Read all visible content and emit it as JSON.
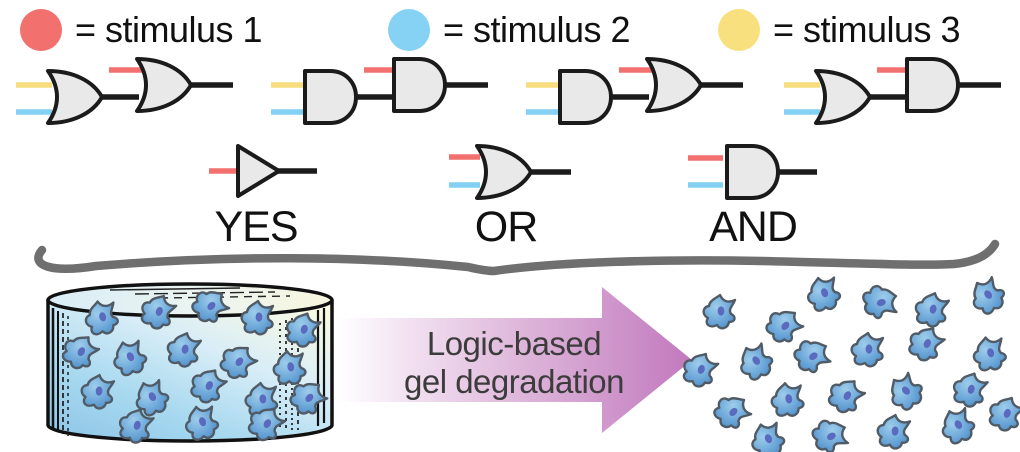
{
  "legend": {
    "items": [
      {
        "id": "stimulus-1",
        "label": "= stimulus 1",
        "color": "#f2706e"
      },
      {
        "id": "stimulus-2",
        "label": "= stimulus 2",
        "color": "#85d2f5"
      },
      {
        "id": "stimulus-3",
        "label": "= stimulus 3",
        "color": "#f9e07e"
      }
    ]
  },
  "gate_combinations": [
    {
      "first_gate": "OR",
      "second_gate": "OR",
      "first_inputs": [
        "stimulus 3",
        "stimulus 2"
      ],
      "second_extra_input": "stimulus 1"
    },
    {
      "first_gate": "AND",
      "second_gate": "AND",
      "first_inputs": [
        "stimulus 3",
        "stimulus 2"
      ],
      "second_extra_input": "stimulus 1"
    },
    {
      "first_gate": "AND",
      "second_gate": "OR",
      "first_inputs": [
        "stimulus 3",
        "stimulus 2"
      ],
      "second_extra_input": "stimulus 1"
    },
    {
      "first_gate": "OR",
      "second_gate": "AND",
      "first_inputs": [
        "stimulus 3",
        "stimulus 2"
      ],
      "second_extra_input": "stimulus 1"
    }
  ],
  "single_gates": [
    {
      "label": "YES",
      "type": "buffer",
      "input_stimuli": [
        "stimulus 1"
      ]
    },
    {
      "label": "OR",
      "type": "or",
      "input_stimuli": [
        "stimulus 1",
        "stimulus 2"
      ]
    },
    {
      "label": "AND",
      "type": "and",
      "input_stimuli": [
        "stimulus 1",
        "stimulus 2"
      ]
    }
  ],
  "arrow": {
    "line1": "Logic-based",
    "line2": "gel degradation"
  },
  "colors": {
    "stimulus_1": "#f2706e",
    "stimulus_2": "#85d2f5",
    "stimulus_3": "#f9e07e",
    "gate_fill": "#e9e9e9",
    "gate_stroke": "#1b1b1b",
    "brace_gray": "#6f6f6f",
    "arrow_purple": "#c179bd",
    "cell_blue": "#5f9fd4",
    "cell_nucleus": "#5a6abe",
    "gel_blue": "#8fc6e8"
  }
}
